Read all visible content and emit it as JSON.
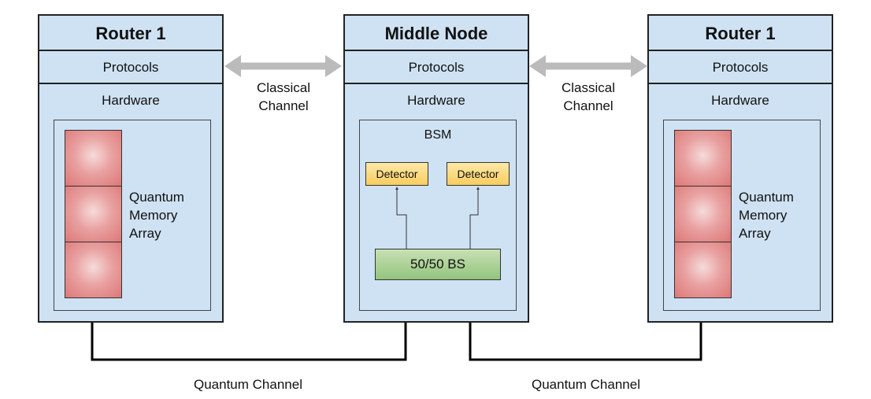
{
  "nodes": [
    {
      "title": "Router 1",
      "protocols": "Protocols",
      "hardware": "Hardware",
      "memory_label": [
        "Quantum",
        "Memory",
        "Array"
      ]
    },
    {
      "title": "Middle Node",
      "protocols": "Protocols",
      "hardware": "Hardware",
      "bsm": {
        "label": "BSM",
        "detector_left": "Detector",
        "detector_right": "Detector",
        "splitter": "50/50 BS"
      }
    },
    {
      "title": "Router 1",
      "protocols": "Protocols",
      "hardware": "Hardware",
      "memory_label": [
        "Quantum",
        "Memory",
        "Array"
      ]
    }
  ],
  "classical_channels": [
    {
      "line1": "Classical",
      "line2": "Channel"
    },
    {
      "line1": "Classical",
      "line2": "Channel"
    }
  ],
  "quantum_channels": [
    {
      "label": "Quantum Channel"
    },
    {
      "label": "Quantum Channel"
    }
  ],
  "colors": {
    "node_fill": "#cfe2f3",
    "memory_fill": "#e08a8a",
    "detector_fill": "#fbd670",
    "splitter_fill": "#a9d08e",
    "classical_arrow": "#bbbbbb"
  }
}
